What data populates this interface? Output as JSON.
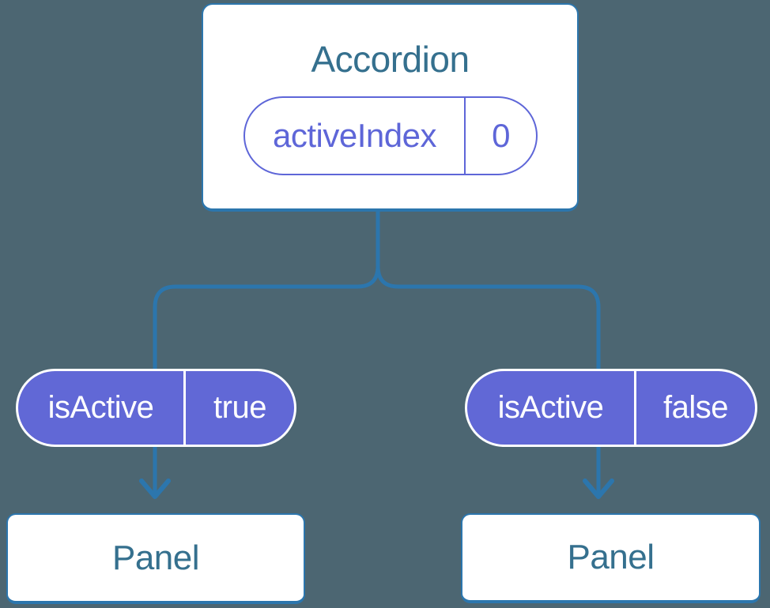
{
  "diagram": {
    "title_card": {
      "title": "Accordion",
      "state_pill": {
        "name": "activeIndex",
        "value": "0"
      }
    },
    "prop_pills": [
      {
        "name": "isActive",
        "value": "true"
      },
      {
        "name": "isActive",
        "value": "false"
      }
    ],
    "panels": [
      {
        "label": "Panel"
      },
      {
        "label": "Panel"
      }
    ],
    "colors": {
      "background": "#4c6672",
      "connector_line": "#2c76ad",
      "card_background": "#ffffff",
      "card_border": "#2c76ad",
      "card_text": "#35708e",
      "state_pill_accent": "#5e66d8",
      "prop_pill_fill": "#6168d6",
      "prop_pill_text": "#ffffff"
    }
  }
}
